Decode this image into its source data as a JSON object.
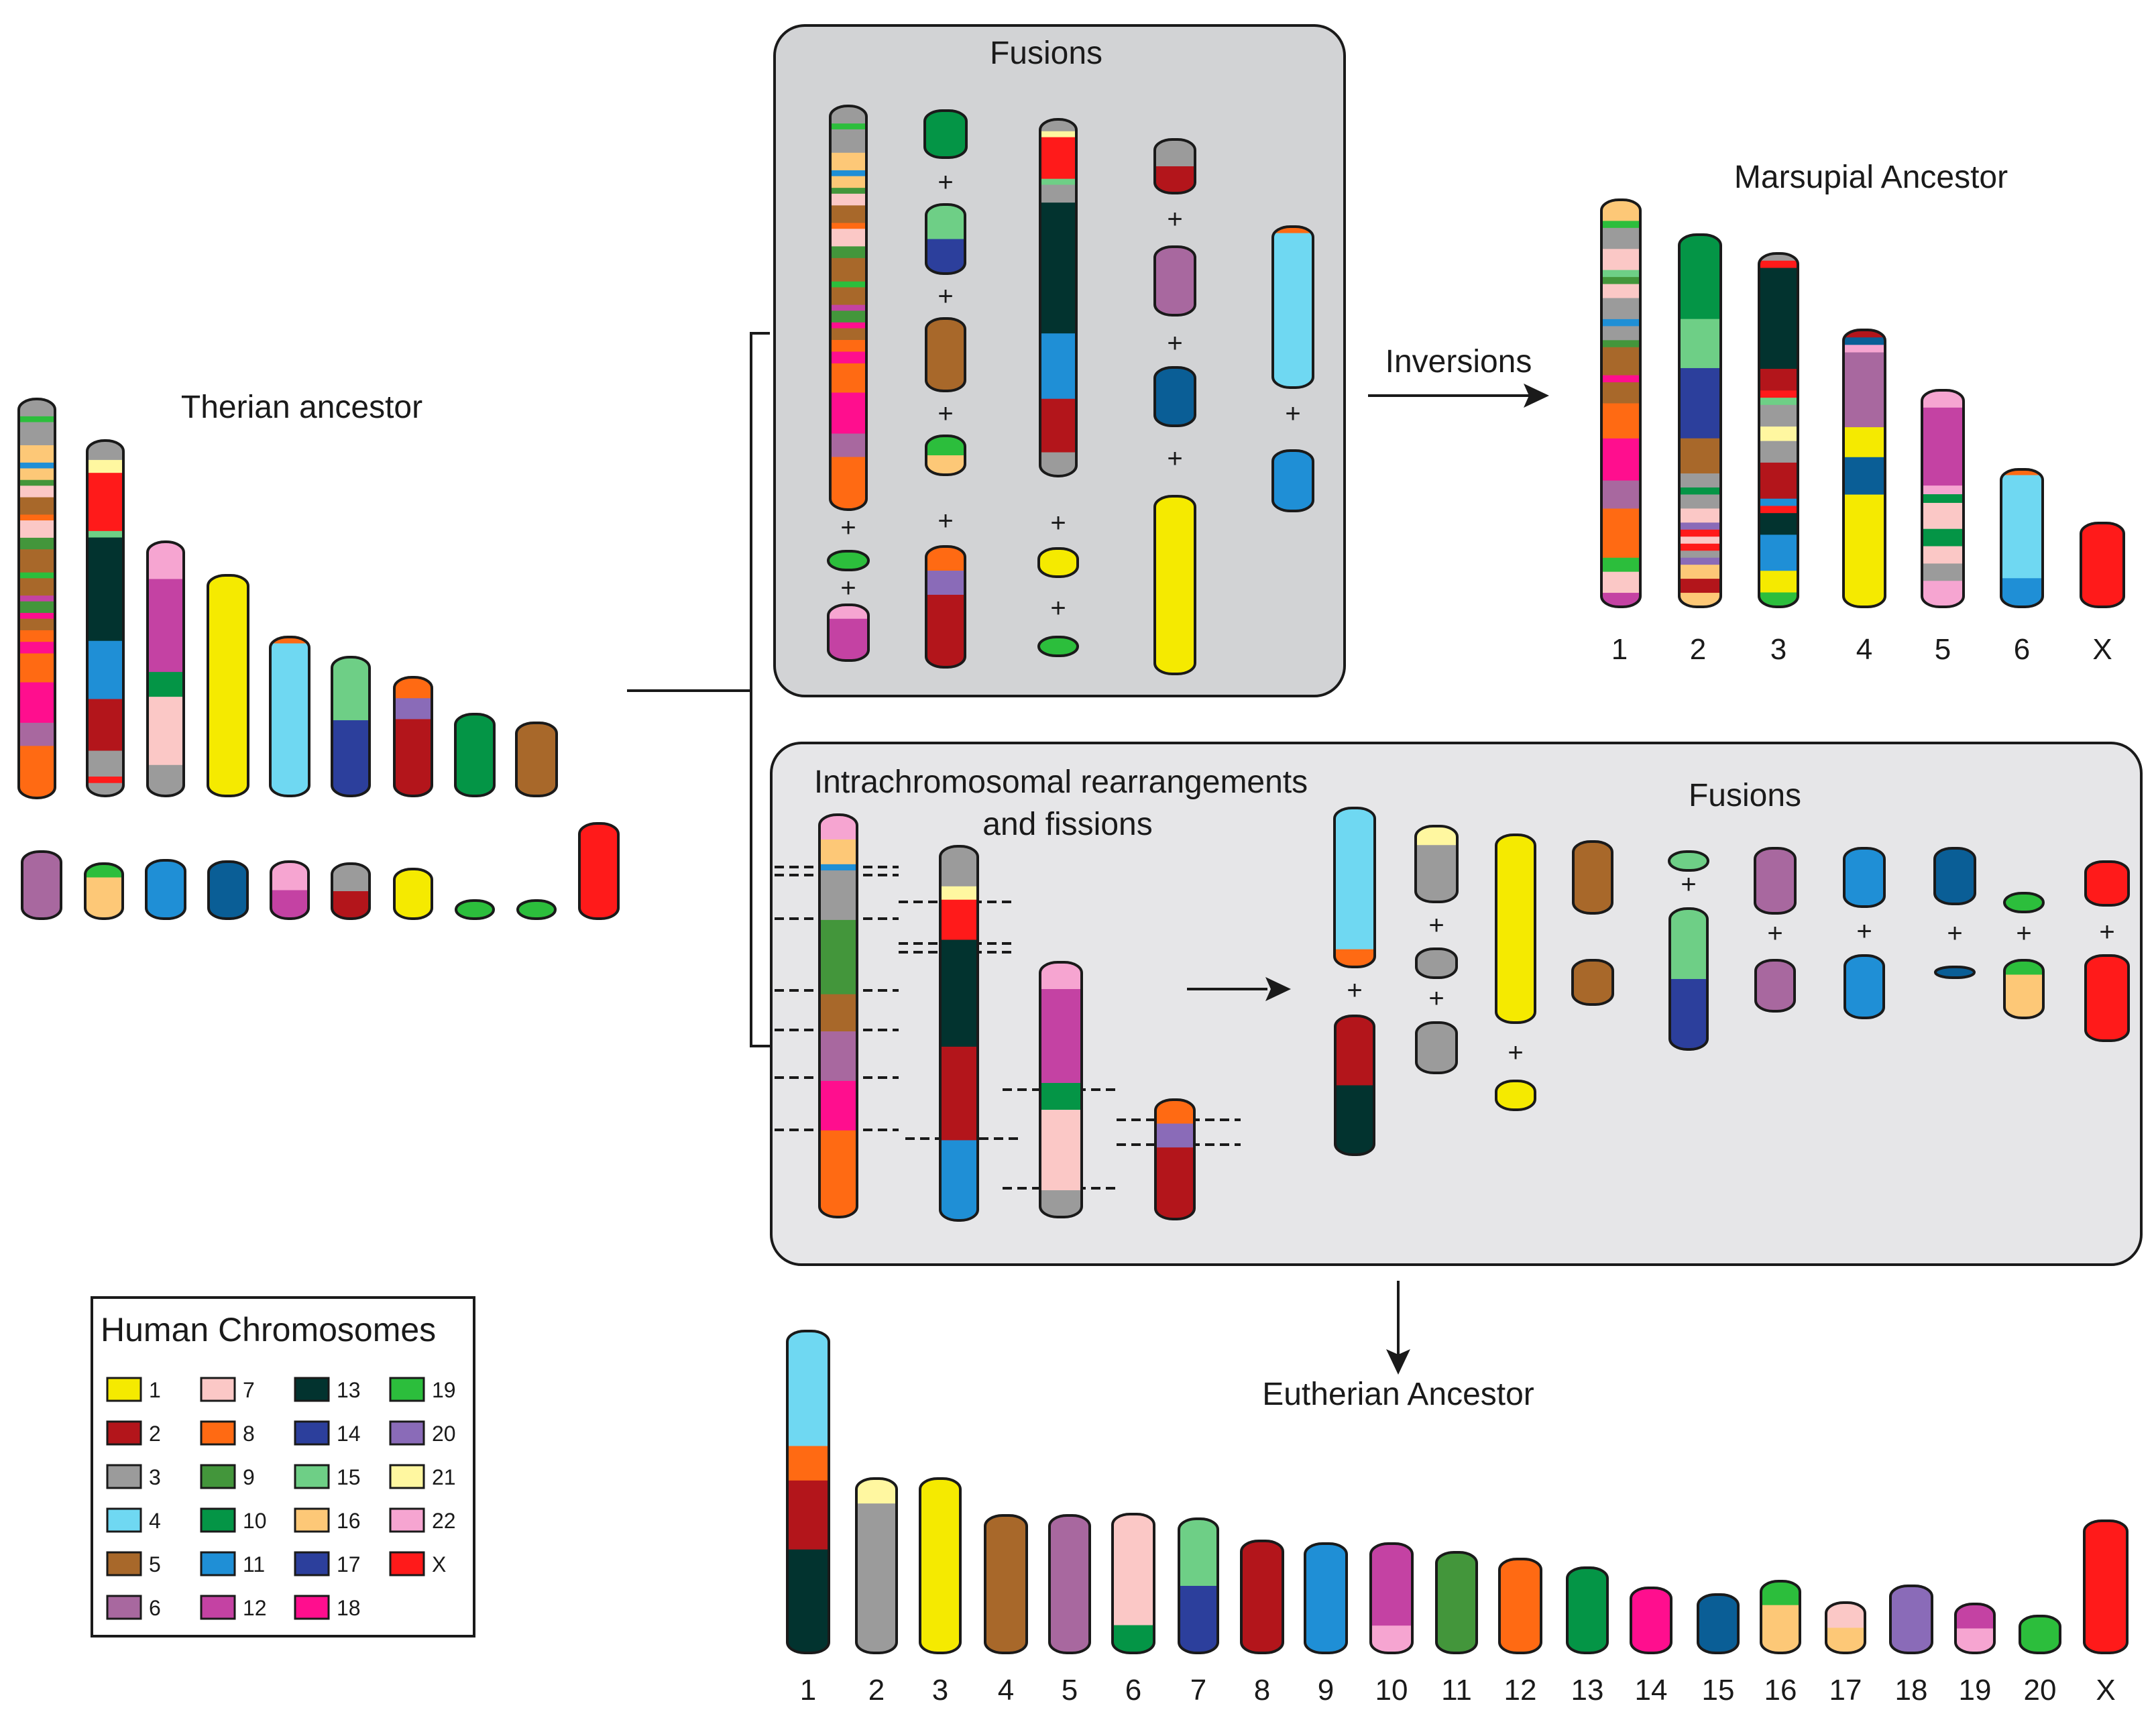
{
  "title_therian": "Therian ancestor",
  "title_fusions_top": "Fusions",
  "title_marsupial": "Marsupial Ancestor",
  "label_inversions": "Inversions",
  "title_intra_line1": "Intrachromosomal rearrangements",
  "title_intra_line2": "and fissions",
  "title_fusions_bottom": "Fusions",
  "title_eutherian": "Eutherian Ancestor",
  "plus_sign": "+",
  "legend": {
    "title": "Human Chromosomes",
    "items": [
      {
        "label": "1",
        "color": "#f5ea00"
      },
      {
        "label": "2",
        "color": "#b3151b"
      },
      {
        "label": "3",
        "color": "#9b9b9b"
      },
      {
        "label": "4",
        "color": "#6fd8f2"
      },
      {
        "label": "5",
        "color": "#a8682a"
      },
      {
        "label": "6",
        "color": "#a8689f"
      },
      {
        "label": "7",
        "color": "#fbc8c6"
      },
      {
        "label": "8",
        "color": "#ff6a13"
      },
      {
        "label": "9",
        "color": "#43963b"
      },
      {
        "label": "10",
        "color": "#049546"
      },
      {
        "label": "11",
        "color": "#1f8fd6"
      },
      {
        "label": "12",
        "color": "#c442a3"
      },
      {
        "label": "13",
        "color": "#02332f"
      },
      {
        "label": "14",
        "color": "#2c3f9c"
      },
      {
        "label": "15",
        "color": "#6ecf86"
      },
      {
        "label": "16",
        "color": "#fdc877"
      },
      {
        "label": "17",
        "color": "#2c3f9c"
      },
      {
        "label": "18",
        "color": "#ff0e8e"
      },
      {
        "label": "19",
        "color": "#2cbe3c"
      },
      {
        "label": "20",
        "color": "#8a6bb8"
      },
      {
        "label": "21",
        "color": "#fff7a0"
      },
      {
        "label": "22",
        "color": "#f6a5d1"
      },
      {
        "label": "X",
        "color": "#ff1a1a"
      }
    ]
  },
  "marsupial_labels": [
    "1",
    "2",
    "3",
    "4",
    "5",
    "6",
    "X"
  ],
  "eutherian_labels": [
    "1",
    "2",
    "3",
    "4",
    "5",
    "6",
    "7",
    "8",
    "9",
    "10",
    "11",
    "12",
    "13",
    "14",
    "15",
    "16",
    "17",
    "18",
    "19",
    "20",
    "X"
  ]
}
